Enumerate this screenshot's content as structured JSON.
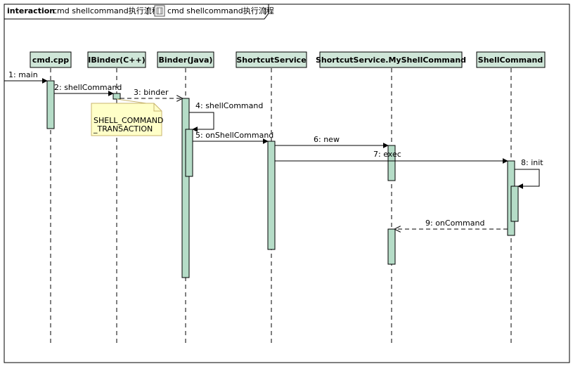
{
  "frame": {
    "keyword": "interaction",
    "title": "cmd shellcommand执行流程",
    "ref_open": "[",
    "ref_icon": "interaction-ref-icon",
    "ref_title": "cmd shellcommand执行流程",
    "ref_close": "]"
  },
  "lifelines": [
    {
      "id": "cmd",
      "label": "cmd.cpp"
    },
    {
      "id": "ibinder",
      "label": "IBinder(C++)"
    },
    {
      "id": "binderjava",
      "label": "Binder(Java)"
    },
    {
      "id": "shortcut",
      "label": "ShortcutService"
    },
    {
      "id": "myshell",
      "label": "ShortcutService.MyShellCommand"
    },
    {
      "id": "shellcmd",
      "label": "ShellCommand"
    }
  ],
  "messages": [
    {
      "label": "1: main",
      "from": "external",
      "to": "cmd",
      "kind": "sync"
    },
    {
      "label": "2: shellCommand",
      "from": "cmd",
      "to": "ibinder",
      "kind": "sync"
    },
    {
      "label": "3: binder",
      "from": "ibinder",
      "to": "binderjava",
      "kind": "async-dashed"
    },
    {
      "label": "4: shellCommand",
      "from": "binderjava",
      "to": "binderjava",
      "kind": "self"
    },
    {
      "label": "5: onShellCommand",
      "from": "binderjava",
      "to": "shortcut",
      "kind": "sync"
    },
    {
      "label": "6: new",
      "from": "shortcut",
      "to": "myshell",
      "kind": "sync"
    },
    {
      "label": "7: exec",
      "from": "shortcut",
      "to": "shellcmd",
      "kind": "sync"
    },
    {
      "label": "8: init",
      "from": "shellcmd",
      "to": "shellcmd",
      "kind": "self"
    },
    {
      "label": "9: onCommand",
      "from": "shellcmd",
      "to": "myshell",
      "kind": "async-dashed"
    }
  ],
  "note": {
    "lines": [
      "SHELL_COMMAND",
      "_TRANSACTION"
    ]
  },
  "colors": {
    "lifeline_fill": "#cfe6d8",
    "activation_fill": "#b5dcc7",
    "note_fill": "#ffffc8",
    "note_border": "#c8b46e",
    "line": "#000000"
  }
}
